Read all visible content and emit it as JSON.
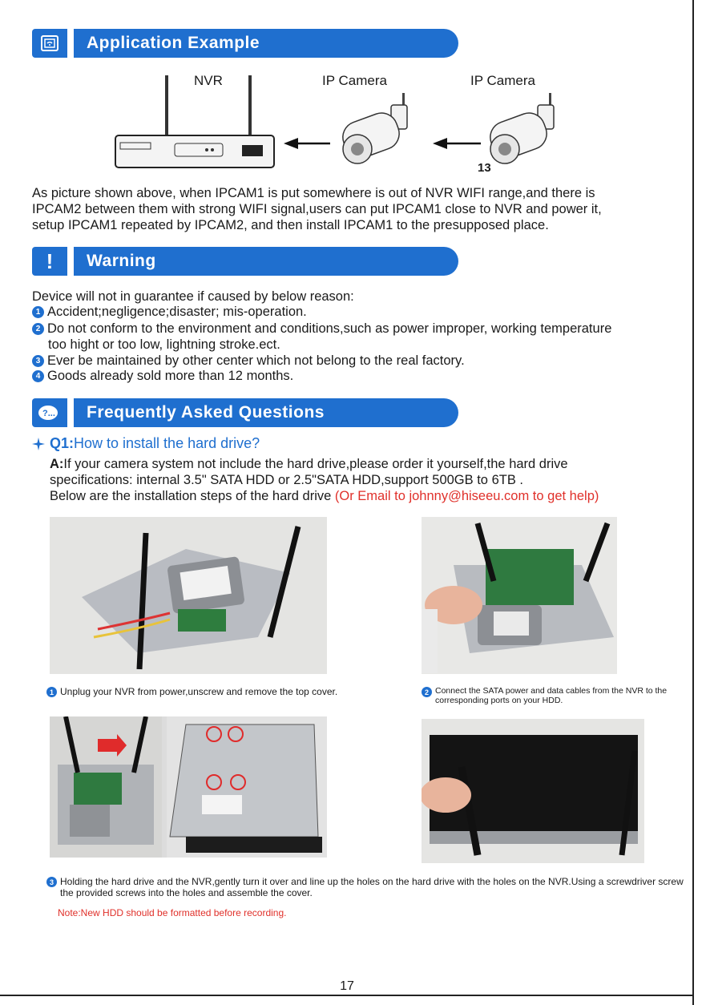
{
  "app_example": {
    "title": "Application Example",
    "nvr_label": "NVR",
    "cam1_label": "IP Camera",
    "cam2_label": "IP Camera",
    "figure_number": "13",
    "description_1": "As picture shown above, when IPCAM1 is put somewhere is out of NVR WIFI range,and there is",
    "description_2": "IPCAM2 between them with strong WIFI signal,users can put IPCAM1 close to NVR and power it,",
    "description_3": "setup IPCAM1 repeated by IPCAM2, and then install IPCAM1 to the presupposed place."
  },
  "warning": {
    "icon": "!",
    "title": "Warning",
    "intro": "Device will not in guarantee if caused by below reason:",
    "items": [
      {
        "num": "1",
        "text": "Accident;negligence;disaster; mis-operation."
      },
      {
        "num": "2",
        "text": "Do not conform to the environment and conditions,such as power improper, working temperature"
      },
      {
        "num": "3",
        "text": "Ever be maintained by other center which not belong to the real factory."
      },
      {
        "num": "4",
        "text": "Goods already sold more than 12 months."
      }
    ],
    "item2_cont": "too hight or too low, lightning stroke.ect."
  },
  "faq": {
    "icon": "?...",
    "title": "Frequently Asked Questions",
    "q1_prefix": "Q1:",
    "q1_text": "How to install the hard drive?",
    "a_prefix": "A:",
    "a_line1": "If your camera system not include the hard drive,please order it yourself,the hard drive",
    "a_line2": "specifications: internal 3.5\" SATA HDD or 2.5\"SATA HDD,support 500GB to 6TB .",
    "a_line3": "Below are the installation steps of the hard drive ",
    "a_help": "(Or Email to johnny@hiseeu.com to get help)",
    "steps": [
      {
        "num": "1",
        "text": "Unplug your NVR from power,unscrew and remove the top cover."
      },
      {
        "num": "2",
        "text": "Connect the SATA power and data cables from the NVR to the corresponding ports on your HDD."
      },
      {
        "num": "3",
        "text": "Holding the hard drive and the NVR,gently turn it over and line up the holes on the hard drive with the holes on the NVR.Using a screwdriver screw the provided screws into the holes and assemble the cover."
      }
    ],
    "note": "Note:New HDD should be formatted before recording."
  },
  "page_number": "17"
}
